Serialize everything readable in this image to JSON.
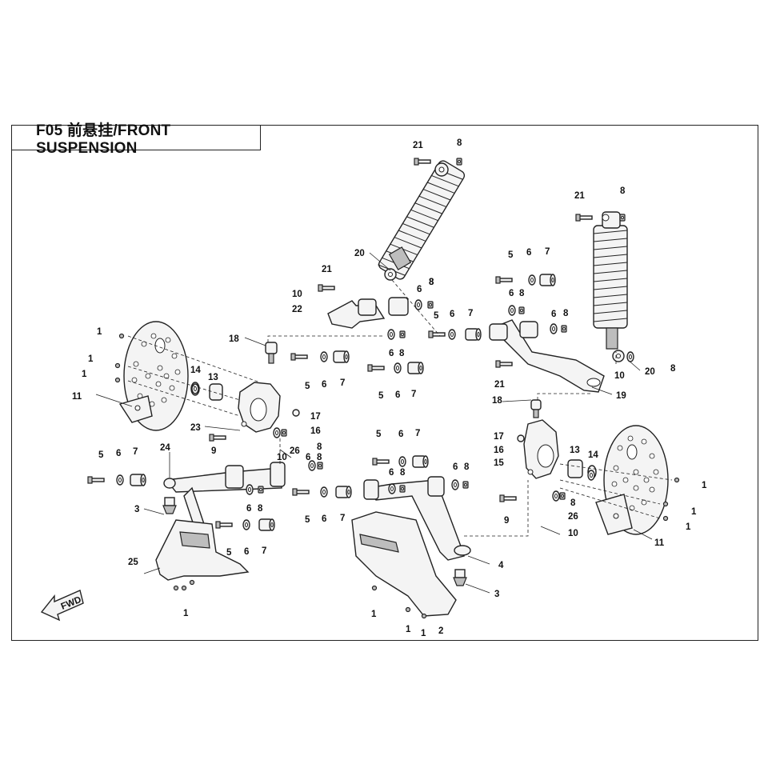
{
  "title": "F05 前悬挂/FRONT SUSPENSION",
  "fwd_label": "FWD",
  "callouts": [
    {
      "id": "c21a",
      "text": "21"
    },
    {
      "id": "c8a",
      "text": "8"
    },
    {
      "id": "c21b",
      "text": "21"
    },
    {
      "id": "c8b",
      "text": "8"
    },
    {
      "id": "c20a",
      "text": "20"
    },
    {
      "id": "c8c",
      "text": "8"
    },
    {
      "id": "c21c",
      "text": "21"
    },
    {
      "id": "c10a",
      "text": "10"
    },
    {
      "id": "c22",
      "text": "22"
    },
    {
      "id": "c6a",
      "text": "6"
    },
    {
      "id": "c8d",
      "text": "8"
    },
    {
      "id": "c5a",
      "text": "5"
    },
    {
      "id": "c6b",
      "text": "6"
    },
    {
      "id": "c7a",
      "text": "7"
    },
    {
      "id": "c6c",
      "text": "6"
    },
    {
      "id": "c8e",
      "text": "8"
    },
    {
      "id": "c5b",
      "text": "5"
    },
    {
      "id": "c6d",
      "text": "6"
    },
    {
      "id": "c7b",
      "text": "7"
    },
    {
      "id": "c6e",
      "text": "6"
    },
    {
      "id": "c8f",
      "text": "8"
    },
    {
      "id": "c18a",
      "text": "18"
    },
    {
      "id": "c6f",
      "text": "6"
    },
    {
      "id": "c8g",
      "text": "8"
    },
    {
      "id": "c1a",
      "text": "1"
    },
    {
      "id": "c1b",
      "text": "1"
    },
    {
      "id": "c1c",
      "text": "1"
    },
    {
      "id": "c11a",
      "text": "11"
    },
    {
      "id": "c14a",
      "text": "14"
    },
    {
      "id": "c13a",
      "text": "13"
    },
    {
      "id": "c5c",
      "text": "5"
    },
    {
      "id": "c6g",
      "text": "6"
    },
    {
      "id": "c7c",
      "text": "7"
    },
    {
      "id": "c5d",
      "text": "5"
    },
    {
      "id": "c6h",
      "text": "6"
    },
    {
      "id": "c7d",
      "text": "7"
    },
    {
      "id": "c21d",
      "text": "21"
    },
    {
      "id": "c10b",
      "text": "10"
    },
    {
      "id": "c20b",
      "text": "20"
    },
    {
      "id": "c8h",
      "text": "8"
    },
    {
      "id": "c19",
      "text": "19"
    },
    {
      "id": "c23",
      "text": "23"
    },
    {
      "id": "c17a",
      "text": "17"
    },
    {
      "id": "c16a",
      "text": "16"
    },
    {
      "id": "c9a",
      "text": "9"
    },
    {
      "id": "c26a",
      "text": "26"
    },
    {
      "id": "c8i",
      "text": "8"
    },
    {
      "id": "c24",
      "text": "24"
    },
    {
      "id": "c10c",
      "text": "10"
    },
    {
      "id": "c6i",
      "text": "6"
    },
    {
      "id": "c8j",
      "text": "8"
    },
    {
      "id": "c5e",
      "text": "5"
    },
    {
      "id": "c6j",
      "text": "6"
    },
    {
      "id": "c7e",
      "text": "7"
    },
    {
      "id": "c5f",
      "text": "5"
    },
    {
      "id": "c6k",
      "text": "6"
    },
    {
      "id": "c7f",
      "text": "7"
    },
    {
      "id": "c3a",
      "text": "3"
    },
    {
      "id": "c6l",
      "text": "6"
    },
    {
      "id": "c8k",
      "text": "8"
    },
    {
      "id": "c5g",
      "text": "5"
    },
    {
      "id": "c6m",
      "text": "6"
    },
    {
      "id": "c7g",
      "text": "7"
    },
    {
      "id": "c5h",
      "text": "5"
    },
    {
      "id": "c6n",
      "text": "6"
    },
    {
      "id": "c7h",
      "text": "7"
    },
    {
      "id": "c6o",
      "text": "6"
    },
    {
      "id": "c8l",
      "text": "8"
    },
    {
      "id": "c6p",
      "text": "6"
    },
    {
      "id": "c8m",
      "text": "8"
    },
    {
      "id": "c25",
      "text": "25"
    },
    {
      "id": "c1d",
      "text": "1"
    },
    {
      "id": "c18b",
      "text": "18"
    },
    {
      "id": "c17b",
      "text": "17"
    },
    {
      "id": "c16b",
      "text": "16"
    },
    {
      "id": "c15",
      "text": "15"
    },
    {
      "id": "c13b",
      "text": "13"
    },
    {
      "id": "c14b",
      "text": "14"
    },
    {
      "id": "c1e",
      "text": "1"
    },
    {
      "id": "c1f",
      "text": "1"
    },
    {
      "id": "c1g",
      "text": "1"
    },
    {
      "id": "c11b",
      "text": "11"
    },
    {
      "id": "c9b",
      "text": "9"
    },
    {
      "id": "c8n",
      "text": "8"
    },
    {
      "id": "c26b",
      "text": "26"
    },
    {
      "id": "c10d",
      "text": "10"
    },
    {
      "id": "c4",
      "text": "4"
    },
    {
      "id": "c3b",
      "text": "3"
    },
    {
      "id": "c1h",
      "text": "1"
    },
    {
      "id": "c1i",
      "text": "1"
    },
    {
      "id": "c1j",
      "text": "1"
    },
    {
      "id": "c2",
      "text": "2"
    }
  ]
}
